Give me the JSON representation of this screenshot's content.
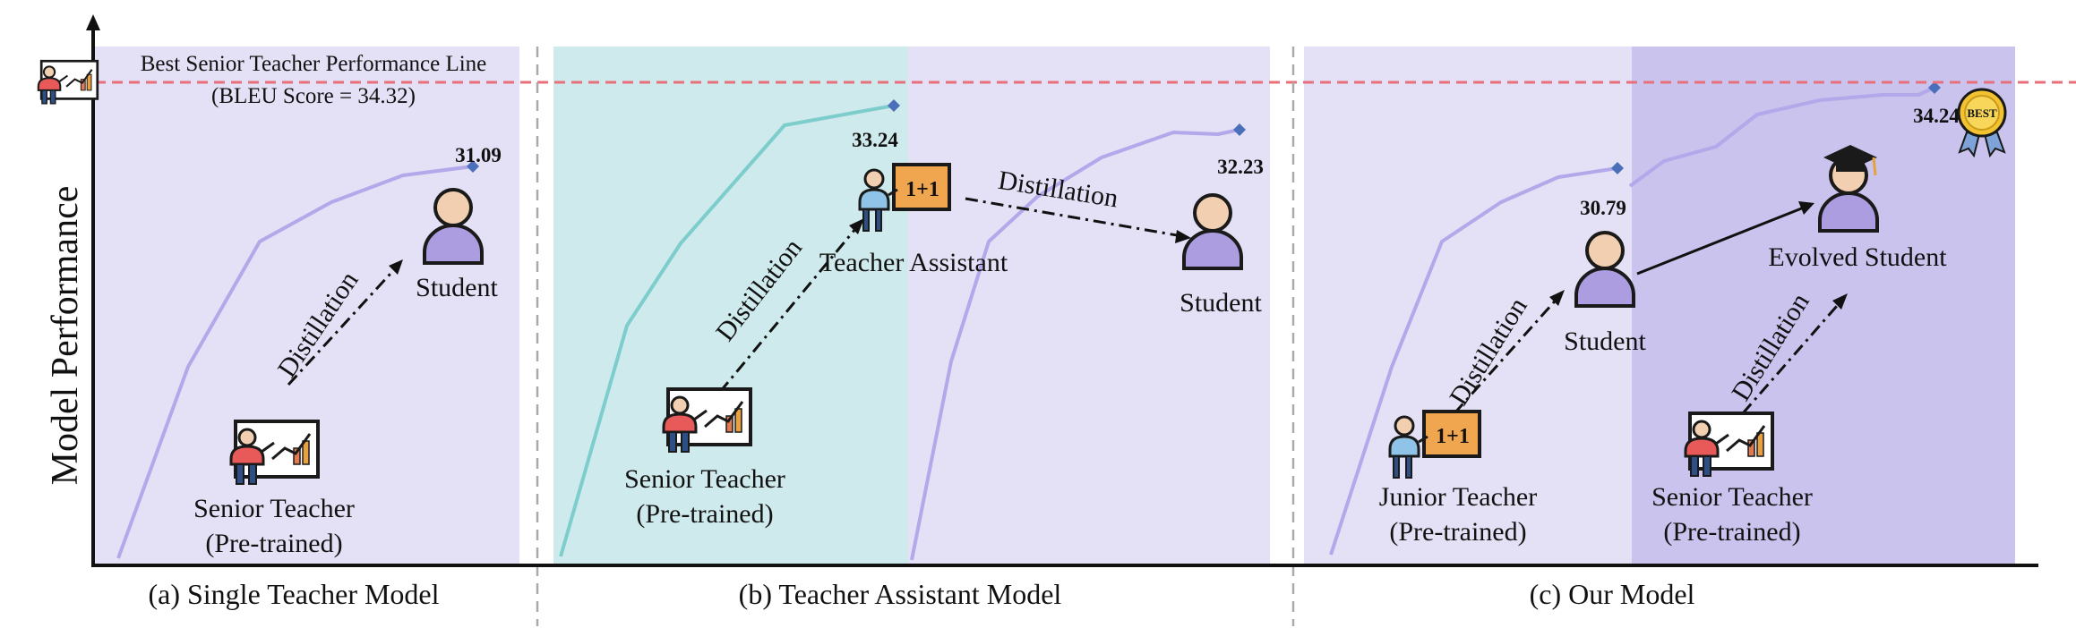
{
  "y_axis_label": "Model Performance",
  "best_line": {
    "label_line1": "Best Senior Teacher Performance Line",
    "label_line2": "(BLEU Score = 34.32)",
    "value": 34.32
  },
  "panels": {
    "a": {
      "caption": "(a) Single Teacher Model",
      "score": "31.09",
      "distill_label": "Distillation",
      "student_label": "Student",
      "teacher_line1": "Senior Teacher",
      "teacher_line2": "(Pre-trained)"
    },
    "b": {
      "caption": "(b) Teacher Assistant Model",
      "score_ta": "33.24",
      "score_student": "32.23",
      "distill1_label": "Distillation",
      "distill2_label": "Distillation",
      "ta_label": "Teacher Assistant",
      "student_label": "Student",
      "teacher_line1": "Senior Teacher",
      "teacher_line2": "(Pre-trained)",
      "board_text": "1+1"
    },
    "c": {
      "caption": "(c) Our Model",
      "score_student": "30.79",
      "score_evolved": "34.24",
      "distill1_label": "Distillation",
      "distill2_label": "Distillation",
      "student_label": "Student",
      "evolved_label": "Evolved Student",
      "junior_line1": "Junior Teacher",
      "junior_line2": "(Pre-trained)",
      "senior_line1": "Senior Teacher",
      "senior_line2": "(Pre-trained)",
      "board_text": "1+1",
      "badge_text": "BEST"
    }
  },
  "colors": {
    "panel_bg": "#e4e0f5",
    "panel_bg_dark": "#c9c3ed",
    "teal_bg": "#cfeaec",
    "curve_purple": "#b2a8ea",
    "curve_teal": "#7ccdcc",
    "best_line": "#e8707a",
    "marker": "#4b6fb8",
    "score_text": "#4a5d8f",
    "student_fill": "#ab9de0",
    "skin": "#f1cfb0"
  }
}
